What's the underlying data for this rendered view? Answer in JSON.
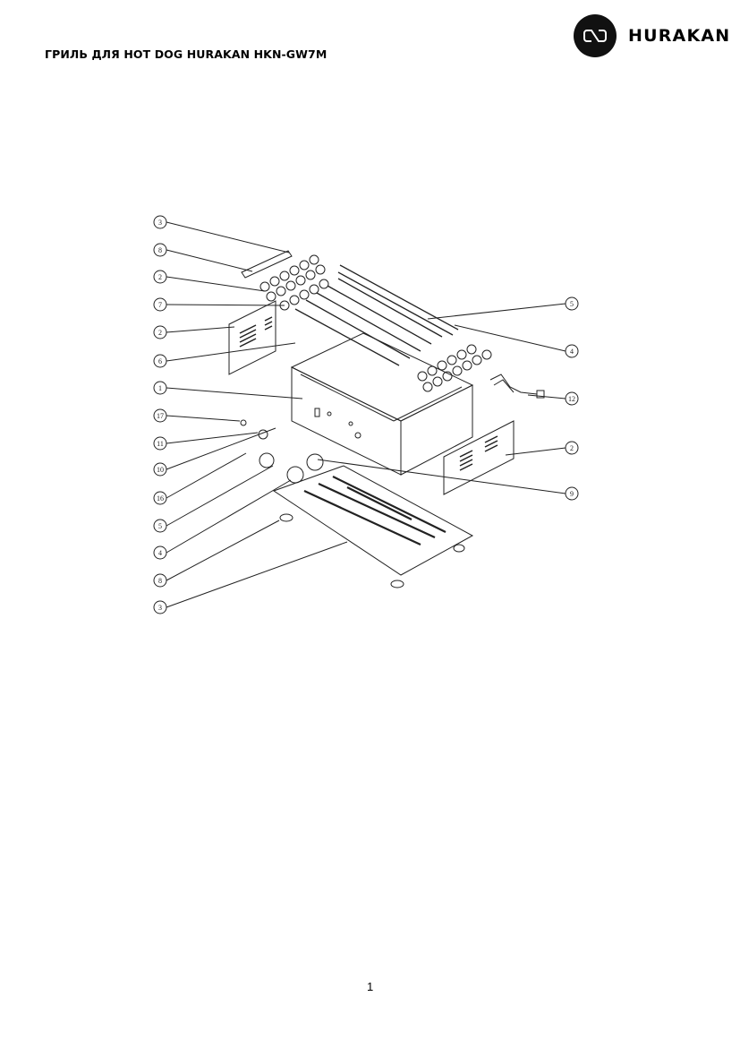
{
  "header": {
    "title": "ГРИЛЬ ДЛЯ HOT DOG HURAKAN HKN-GW7M",
    "brand_name": "HURAKAN",
    "brand_color": "#111111"
  },
  "diagram": {
    "callouts_left": [
      "3",
      "8",
      "2",
      "7",
      "2",
      "6",
      "1",
      "17",
      "11",
      "10",
      "16",
      "5",
      "4",
      "8",
      "3"
    ],
    "callouts_right": [
      "5",
      "4",
      "12",
      "2",
      "9"
    ]
  },
  "footer": {
    "page_number": "1"
  }
}
